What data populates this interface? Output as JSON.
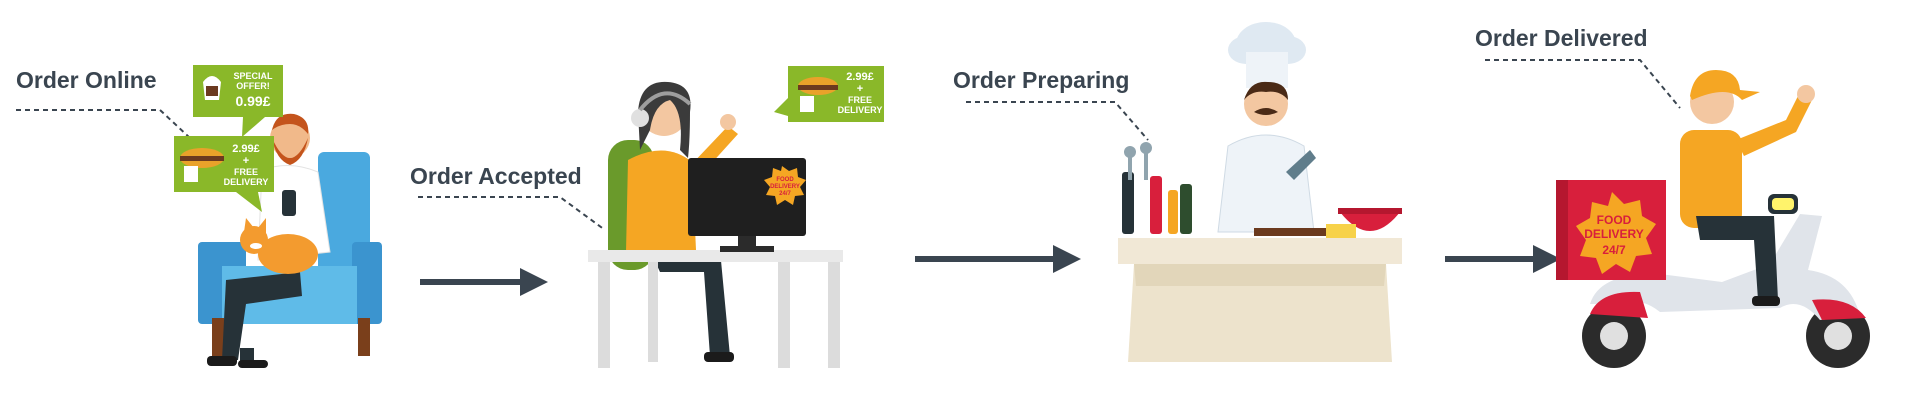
{
  "steps": [
    {
      "label": "Order Online"
    },
    {
      "label": "Order Accepted"
    },
    {
      "label": "Order Preparing"
    },
    {
      "label": "Order Delivered"
    }
  ],
  "bubbles": {
    "special_offer_line1": "SPECIAL",
    "special_offer_line2": "OFFER!",
    "special_price": "0.99£",
    "delivery_price": "2.99£",
    "plus": "+",
    "free": "FREE",
    "delivery": "DELIVERY"
  },
  "badges": {
    "monitor_line1": "FOOD",
    "monitor_line2": "DELIVERY",
    "monitor_line3": "24/7",
    "scooter_line1": "FOOD",
    "scooter_line2": "DELIVERY",
    "scooter_line3": "24/7"
  },
  "colors": {
    "text": "#3a4550",
    "arrow": "#3a4550",
    "bubble_green": "#8ab829",
    "orange": "#f5a623",
    "red": "#d81f3c",
    "chair_blue": "#4aa9df",
    "counter": "#efe6d2"
  }
}
